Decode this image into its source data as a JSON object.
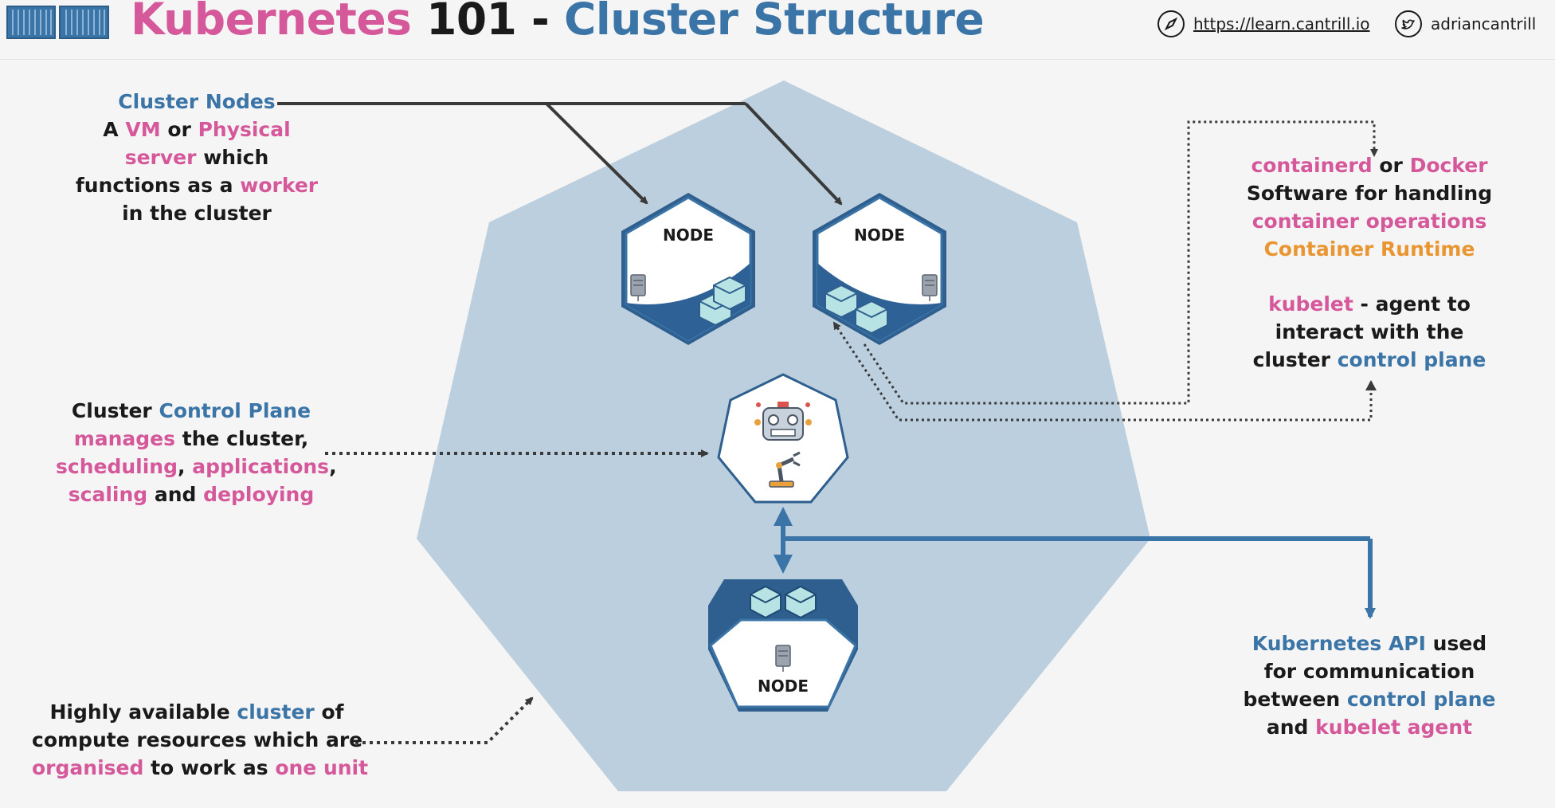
{
  "header": {
    "title_part1": "Kubernetes",
    "title_part2": "101",
    "title_part3": "-",
    "title_part4": "Cluster Structure",
    "link_url": "https://learn.cantrill.io",
    "twitter_handle": "adriancantrill",
    "compass_icon": "compass-icon",
    "twitter_icon": "twitter-bird-icon"
  },
  "nodes": {
    "label": "NODE"
  },
  "annotations": {
    "cluster_nodes": {
      "l1a": "Cluster",
      "l1b": "Nodes",
      "l2a": "A",
      "l2b": "VM",
      "l2c": "or",
      "l2d": "Physical",
      "l3a": "server",
      "l3b": "which",
      "l4a": "functions as a",
      "l4b": "worker",
      "l5": "in the cluster"
    },
    "control_plane": {
      "l1a": "Cluster",
      "l1b": "Control Plane",
      "l2a": "manages",
      "l2b": "the cluster,",
      "l3a": "scheduling",
      "l3b": ",",
      "l3c": "applications",
      "l3d": ",",
      "l4a": "scaling",
      "l4b": "and",
      "l4c": "deploying"
    },
    "cluster": {
      "l1a": "Highly available",
      "l1b": "cluster",
      "l1c": "of",
      "l2": "compute resources which are",
      "l3a": "organised",
      "l3b": "to work as",
      "l3c": "one unit"
    },
    "runtime": {
      "l1a": "containerd",
      "l1b": "or",
      "l1c": "Docker",
      "l2": "Software for handling",
      "l3": "container operations",
      "l4": "Container Runtime"
    },
    "kubelet": {
      "l1a": "kubelet",
      "l1b": "- agent to",
      "l2": "interact with the",
      "l3a": "cluster",
      "l3b": "control plane"
    },
    "api": {
      "l1a": "Kubernetes API",
      "l1b": "used",
      "l2": "for communication",
      "l3a": "between",
      "l3b": "control plane",
      "l4a": "and",
      "l4b": "kubelet agent"
    }
  },
  "colors": {
    "pink": "#d5589b",
    "blue": "#3b74a6",
    "orange": "#e99632",
    "heptagon_fill": "#bccfde",
    "node_border": "#3b74a6"
  }
}
